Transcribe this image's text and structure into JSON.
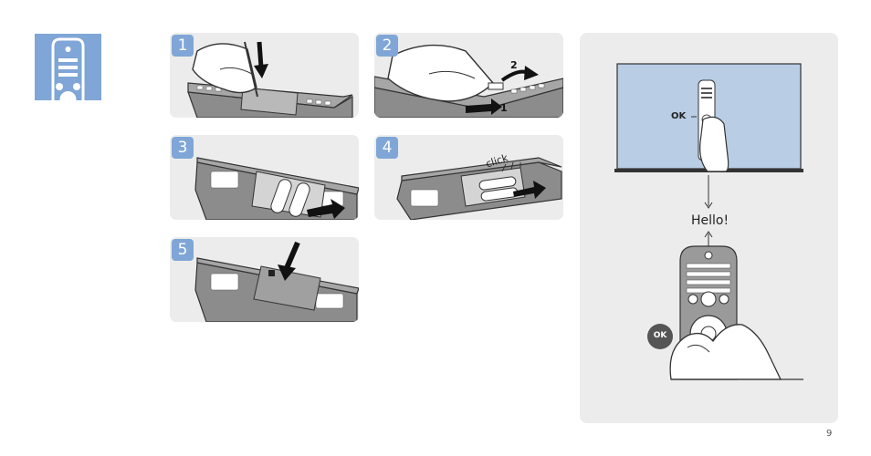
{
  "steps": [
    {
      "number": "1"
    },
    {
      "number": "2",
      "arrow_labels": [
        "1",
        "2"
      ]
    },
    {
      "number": "3"
    },
    {
      "number": "4",
      "click_label": "click"
    },
    {
      "number": "5"
    }
  ],
  "tv_illustration": {
    "ok_label": "OK",
    "hello_label": "Hello!",
    "ok_button_label": "OK"
  },
  "page": {
    "number": "9"
  },
  "colors": {
    "accent": "#7fa6d6",
    "panel": "#ececec"
  }
}
